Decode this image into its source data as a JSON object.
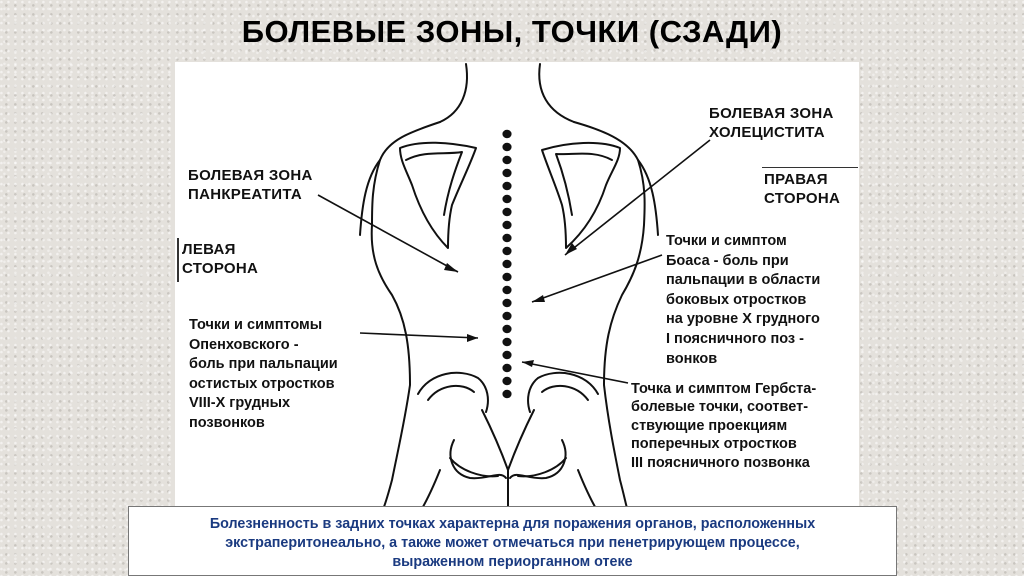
{
  "title": "БОЛЕВЫЕ ЗОНЫ, ТОЧКИ (СЗАДИ)",
  "labels": {
    "cholecystitis": [
      "БОЛЕВАЯ ЗОНА",
      "ХОЛЕЦИСТИТА"
    ],
    "pancreatitis": [
      "БОЛЕВАЯ ЗОНА",
      "ПАНКРЕАТИТА"
    ],
    "right_side": [
      "ПРАВАЯ",
      "СТОРОНА"
    ],
    "left_side": [
      "ЛЕВАЯ",
      "СТОРОНА"
    ],
    "boas": [
      "Точки и симптом",
      "Боаса - боль при",
      "пальпации в области",
      "боковых отростков",
      "на уровне X грудного",
      "I поясничного поз -",
      "вонков"
    ],
    "openhovsky": [
      "Точки и симптомы",
      "Опенховского -",
      "боль при пальпации",
      "остистых отростков",
      "VIII-X грудных",
      "позвонков"
    ],
    "gerbst": [
      "Точка и симптом Гербста-",
      "болевые точки, соответ-",
      "ствующие проекциям",
      "поперечных отростков",
      "III поясничного позвонка"
    ]
  },
  "footer": [
    "Болезненность в задних точках характерна для поражения органов, расположенных",
    "экстраперитонеально, а также может отмечаться при пенетрирующем процессе,",
    "выраженном периорганном отеке"
  ],
  "colors": {
    "footer_text": "#1a3a80",
    "ink": "#111111"
  }
}
